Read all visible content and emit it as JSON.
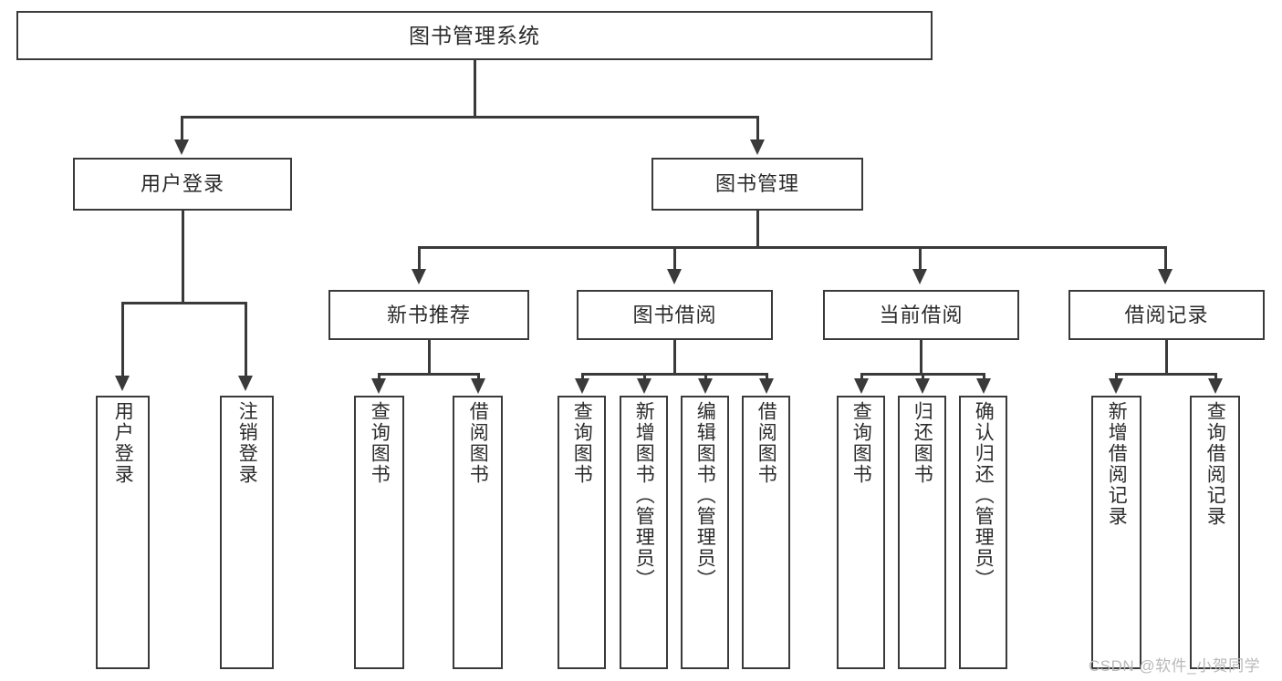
{
  "diagram": {
    "title": "图书管理系统",
    "type": "tree",
    "orientation": "top-down",
    "colors": {
      "border": "#3a3a3a",
      "background": "#ffffff",
      "text": "#2b2b2b",
      "watermark": "#b9b9b9"
    },
    "root": {
      "label": "图书管理系统"
    },
    "level2": [
      {
        "label": "用户登录"
      },
      {
        "label": "图书管理"
      }
    ],
    "level3": [
      {
        "label": "新书推荐"
      },
      {
        "label": "图书借阅"
      },
      {
        "label": "当前借阅"
      },
      {
        "label": "借阅记录"
      }
    ],
    "leaves": {
      "user_login": [
        {
          "label": "用户登录"
        },
        {
          "label": "注销登录"
        }
      ],
      "new_book_recommend": [
        {
          "label": "查询图书"
        },
        {
          "label": "借阅图书"
        }
      ],
      "book_borrow": [
        {
          "label": "查询图书"
        },
        {
          "label": "新增图书（管理员）"
        },
        {
          "label": "编辑图书（管理员）"
        },
        {
          "label": "借阅图书"
        }
      ],
      "current_borrow": [
        {
          "label": "查询图书"
        },
        {
          "label": "归还图书"
        },
        {
          "label": "确认归还（管理员）"
        }
      ],
      "borrow_record": [
        {
          "label": "新增借阅记录"
        },
        {
          "label": "查询借阅记录"
        }
      ]
    }
  },
  "watermark": {
    "text": "CSDN @软件_小贺同学"
  }
}
